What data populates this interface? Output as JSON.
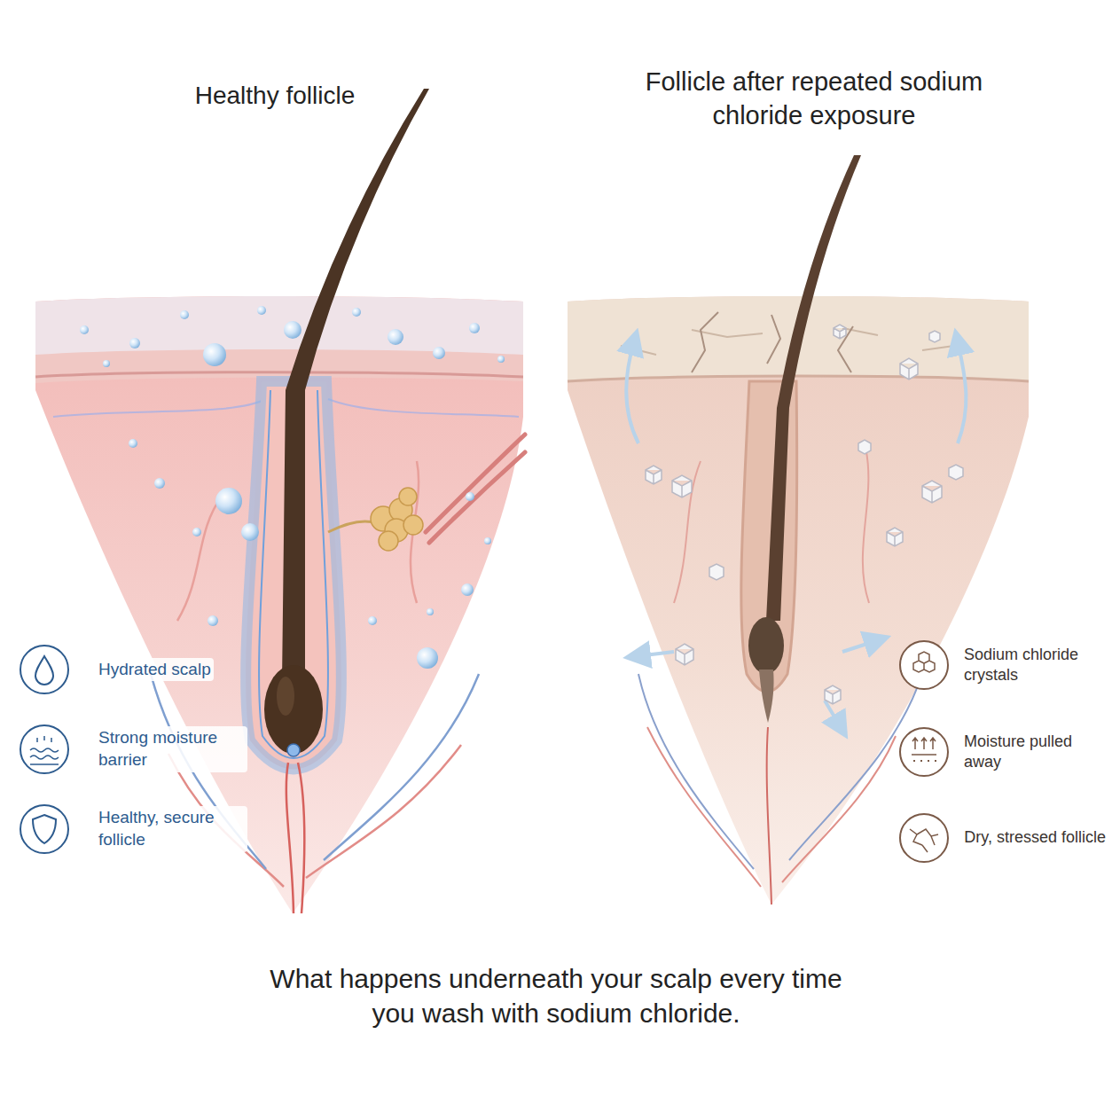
{
  "diagram": {
    "caption": "What happens underneath your scalp every time you wash with sodium chloride.",
    "labels": [
      "Healthy follicle",
      "Follicle after repeated sodium chloride exposure"
    ],
    "legend": [
      {
        "text": "Hydrated scalp"
      },
      {
        "text": "Strong moisture barrier"
      },
      {
        "text": "Healthy, secure follicle"
      },
      {
        "text": "Sodium chloride crystals"
      },
      {
        "text": "Moisture pulled away"
      },
      {
        "text": "Dry, stressed follicle"
      }
    ]
  }
}
